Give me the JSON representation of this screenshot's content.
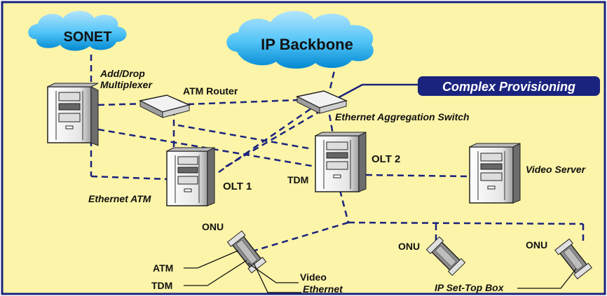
{
  "clouds": {
    "sonet": "SONET",
    "ip_backbone": "IP Backbone"
  },
  "labels": {
    "adm": "Add/Drop",
    "adm2": "Multiplexer",
    "atm_router": "ATM Router",
    "eth_agg_switch": "Ethernet Aggregation Switch",
    "olt1": "OLT 1",
    "olt2": "OLT 2",
    "video_server": "Video Server",
    "ethernet_atm": "Ethernet ATM",
    "tdm_olt": "TDM",
    "onu_left": "ONU",
    "onu_mid": "ONU",
    "onu_right": "ONU",
    "atm": "ATM",
    "tdm": "TDM",
    "video": "Video",
    "ethernet": "Ethernet",
    "ip_stb": "IP Set-Top Box"
  },
  "callout": "Complex Provisioning",
  "colors": {
    "background": "#fcf4a8",
    "border": "#1a237e",
    "link": "#1a237e",
    "cloud": "#4fc3f7",
    "callout_fill": "#1a237e",
    "callout_text": "#ffffff"
  }
}
